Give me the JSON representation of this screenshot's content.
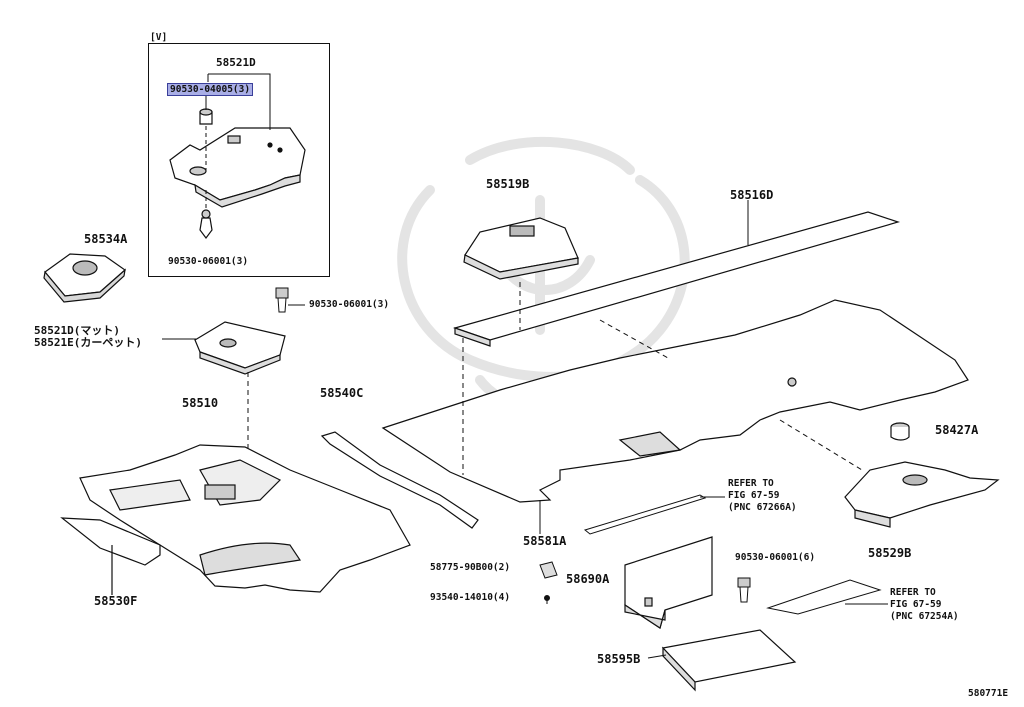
{
  "inset": {
    "title": "[V]",
    "top_label": "58521D",
    "highlight_label": "90530-04005(3)",
    "bottom_label": "90530-06001(3)"
  },
  "labels": {
    "p58534A": "58534A",
    "p90530_right": "90530-06001(3)",
    "p58521D": "58521D(マット)",
    "p58521E": "58521E(カーペット)",
    "p58510": "58510",
    "p58540C": "58540C",
    "p58519B": "58519B",
    "p58516D": "58516D",
    "p58427A": "58427A",
    "p58529B": "58529B",
    "p58530F": "58530F",
    "p58581A": "58581A",
    "p58775": "58775-90B00(2)",
    "p93540": "93540-14010(4)",
    "p58690A": "58690A",
    "p90530_6": "90530-06001(6)",
    "p58595B": "58595B",
    "figure_id": "580771E"
  },
  "refs": {
    "ref1": {
      "line1": "REFER TO",
      "line2": "FIG 67-59",
      "line3": "(PNC 67266A)"
    },
    "ref2": {
      "line1": "REFER TO",
      "line2": "FIG 67-59",
      "line3": "(PNC 67254A)"
    }
  },
  "colors": {
    "line": "#111111",
    "highlight": "#a9aee6",
    "watermark": "#e6e6e6"
  }
}
